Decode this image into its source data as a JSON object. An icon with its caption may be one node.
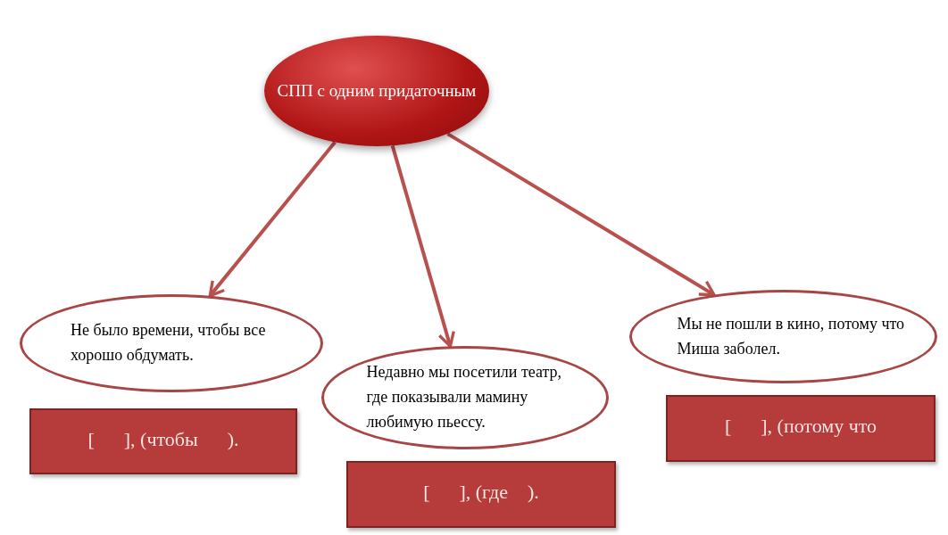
{
  "diagram": {
    "nodes": [
      {
        "text": [
          "СПП с одним придаточным"
        ]
      },
      {
        "text": [
          "Не было времени, чтобы все хорошо обдумать."
        ]
      },
      {
        "text": [
          "[      ], (чтобы      )."
        ]
      },
      {
        "text": [
          "Недавно мы посетили театр, где показывали мамину любимую пьессу."
        ]
      },
      {
        "text": [
          "[      ], (где    )."
        ]
      },
      {
        "text": [
          "Мы не пошли в кино, потому что Миша заболел."
        ]
      },
      {
        "text": [
          "[      ], (потому что"
        ]
      }
    ],
    "edges": [
      {
        "from": 0,
        "to": 1,
        "arrow": "to"
      },
      {
        "from": 0,
        "to": 3,
        "arrow": "to"
      },
      {
        "from": 0,
        "to": 5,
        "arrow": "to"
      }
    ]
  }
}
